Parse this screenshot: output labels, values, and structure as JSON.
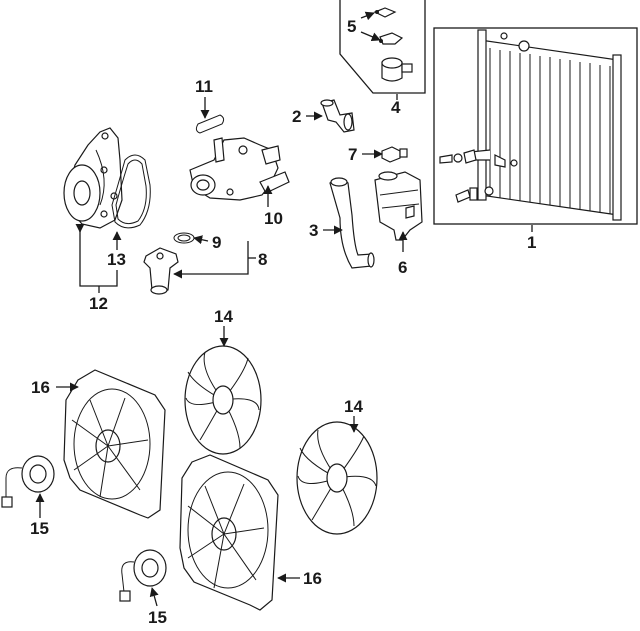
{
  "callouts": {
    "c1": "1",
    "c2": "2",
    "c3": "3",
    "c4": "4",
    "c5": "5",
    "c6": "6",
    "c7": "7",
    "c8": "8",
    "c9": "9",
    "c10": "10",
    "c11": "11",
    "c12": "12",
    "c13": "13",
    "c14a": "14",
    "c14b": "14",
    "c15a": "15",
    "c15b": "15",
    "c16a": "16",
    "c16b": "16"
  }
}
